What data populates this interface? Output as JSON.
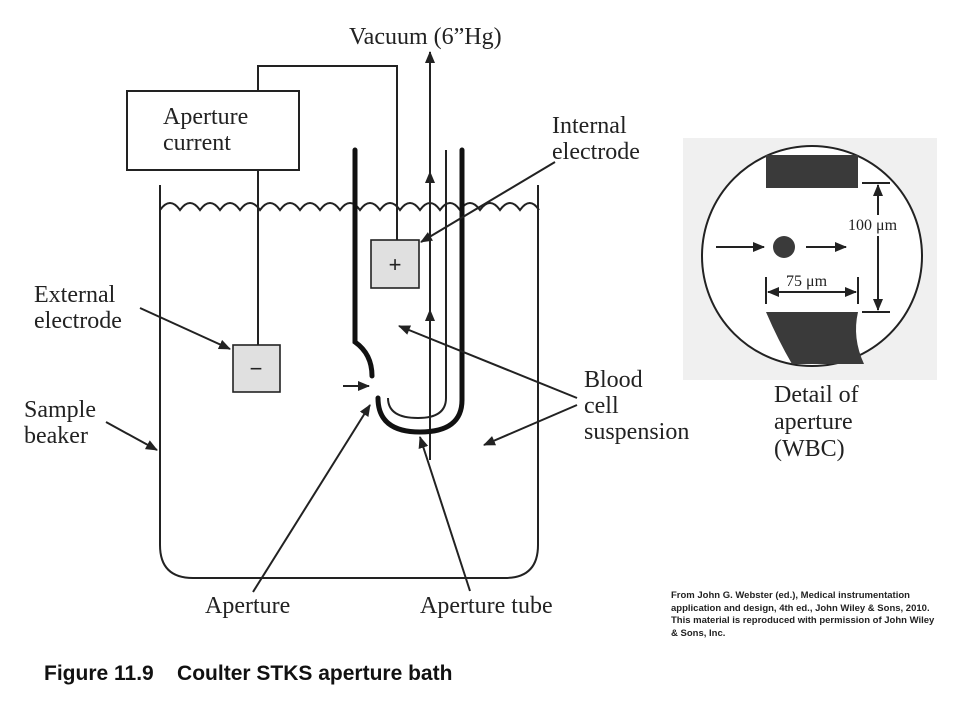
{
  "labels": {
    "vacuum": "Vacuum (6”Hg)",
    "aperture_current": [
      "Aperture",
      "current"
    ],
    "internal_electrode": [
      "Internal",
      "electrode"
    ],
    "external_electrode": [
      "External",
      "electrode"
    ],
    "sample_beaker": [
      "Sample",
      "beaker"
    ],
    "blood_cell_suspension": [
      "Blood",
      "cell",
      "suspension"
    ],
    "aperture": "Aperture",
    "aperture_tube": "Aperture tube",
    "dim_100": "100 μm",
    "dim_75": "75 μm",
    "detail": [
      "Detail of",
      "aperture",
      "(WBC)"
    ],
    "plus_sign": "+",
    "minus_sign": "−"
  },
  "credit": "From John G. Webster (ed.), Medical instrumentation application and design, 4th ed., John Wiley & Sons, 2010. This material is reproduced with permission of John Wiley & Sons, Inc.",
  "caption": "Figure 11.9    Coulter STKS aperture bath",
  "colors": {
    "ink": "#222222",
    "electrode_fill": "#e0e0e0",
    "detail_dark": "#3a3a3a",
    "detail_gray": "#f0f0f0"
  }
}
